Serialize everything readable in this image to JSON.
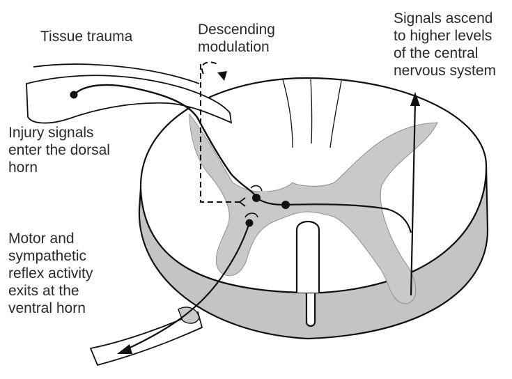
{
  "labels": {
    "tissue_trauma": [
      "Tissue trauma"
    ],
    "descending_modulation": [
      "Descending",
      "modulation"
    ],
    "signals_ascend": [
      "Signals ascend",
      "to higher levels",
      "of the central",
      "nervous system"
    ],
    "injury_signals": [
      "Injury signals",
      "enter the dorsal",
      "horn"
    ],
    "motor_sympathetic": [
      "Motor and",
      "sympathetic",
      "reflex activity",
      "exits at the",
      "ventral horn"
    ]
  },
  "colors": {
    "ink": "#111111",
    "gray_matter": "#c9c9c9",
    "cord_side": "#c4c4c4",
    "background": "#ffffff",
    "text": "#2a2a2a"
  }
}
